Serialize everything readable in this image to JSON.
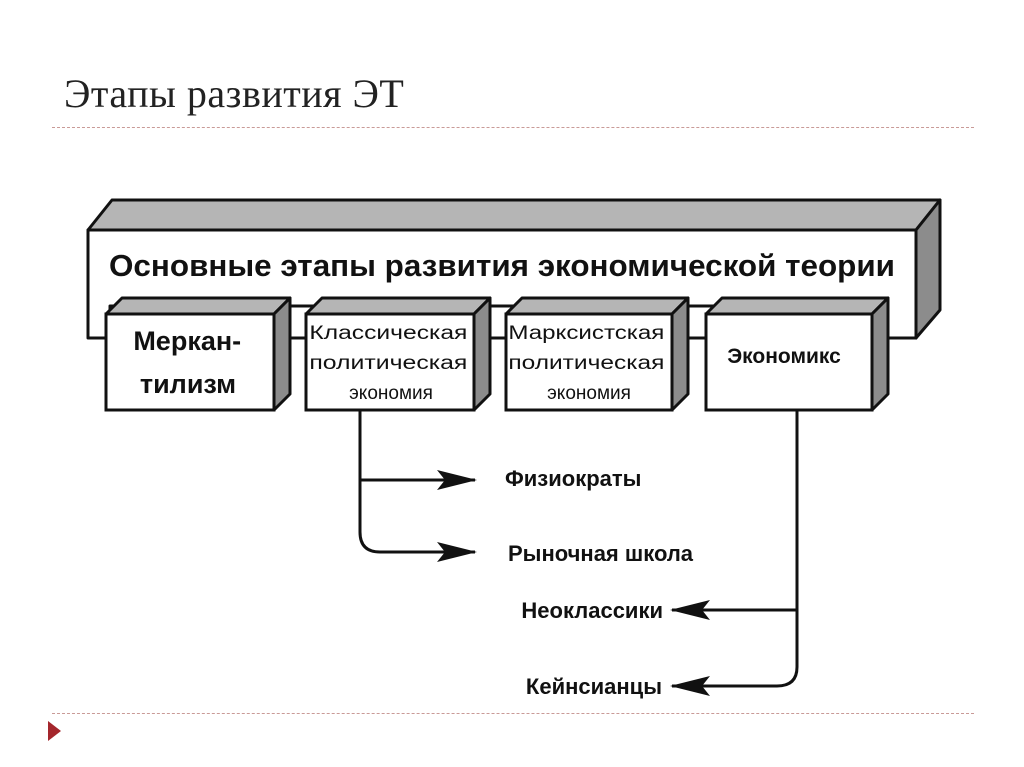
{
  "title": "Этапы развития ЭТ",
  "diagram": {
    "header": "Основные этапы развития экономической теории",
    "stages": [
      {
        "lines": [
          "Меркан-",
          "тилизм"
        ]
      },
      {
        "lines": [
          "Классическая",
          "политическая",
          "экономия"
        ]
      },
      {
        "lines": [
          "Марксистская",
          "политическая",
          "экономия"
        ]
      },
      {
        "lines": [
          "Экономикс"
        ]
      }
    ],
    "branches_classical": [
      "Физиократы",
      "Рыночная школа"
    ],
    "branches_economics": [
      "Неоклассики",
      "Кейнсианцы"
    ]
  },
  "colors": {
    "accent": "#a4262c",
    "rule": "#c99a97",
    "box_side": "#8c8c8c",
    "box_top": "#b5b5b5",
    "line": "#111111"
  },
  "icons": {
    "bullet": "triangle-bullet-icon"
  }
}
